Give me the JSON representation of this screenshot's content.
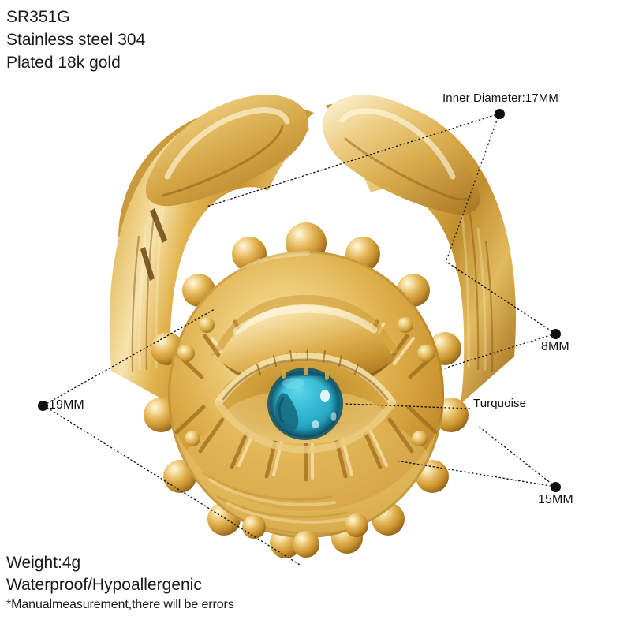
{
  "product": {
    "sku": "SR351G",
    "material": "Stainless steel 304",
    "plating": "Plated 18k gold",
    "weight": "Weight:4g",
    "features": "Waterproof/Hypoallergenic",
    "disclaimer": "*Manualmeasurement,there will be errors"
  },
  "annotations": {
    "inner_diameter": "Inner Diameter:17MM",
    "band_width": "8MM",
    "stone": "Turquoise",
    "face_width": "15MM",
    "face_height": "19MM"
  },
  "colors": {
    "gold_dark": "#9A6B22",
    "gold_shadow": "#B47F2C",
    "gold_mid": "#D2A03C",
    "gold_base": "#E0B44E",
    "gold_light": "#F0D68F",
    "gold_highlight": "#FAEFCB",
    "turquoise_bright": "#44C8DE",
    "turquoise_mid": "#27AFC9",
    "turquoise_dark": "#166F86",
    "marker": "#111111",
    "text": "#1a1a1a",
    "background": "#ffffff"
  }
}
